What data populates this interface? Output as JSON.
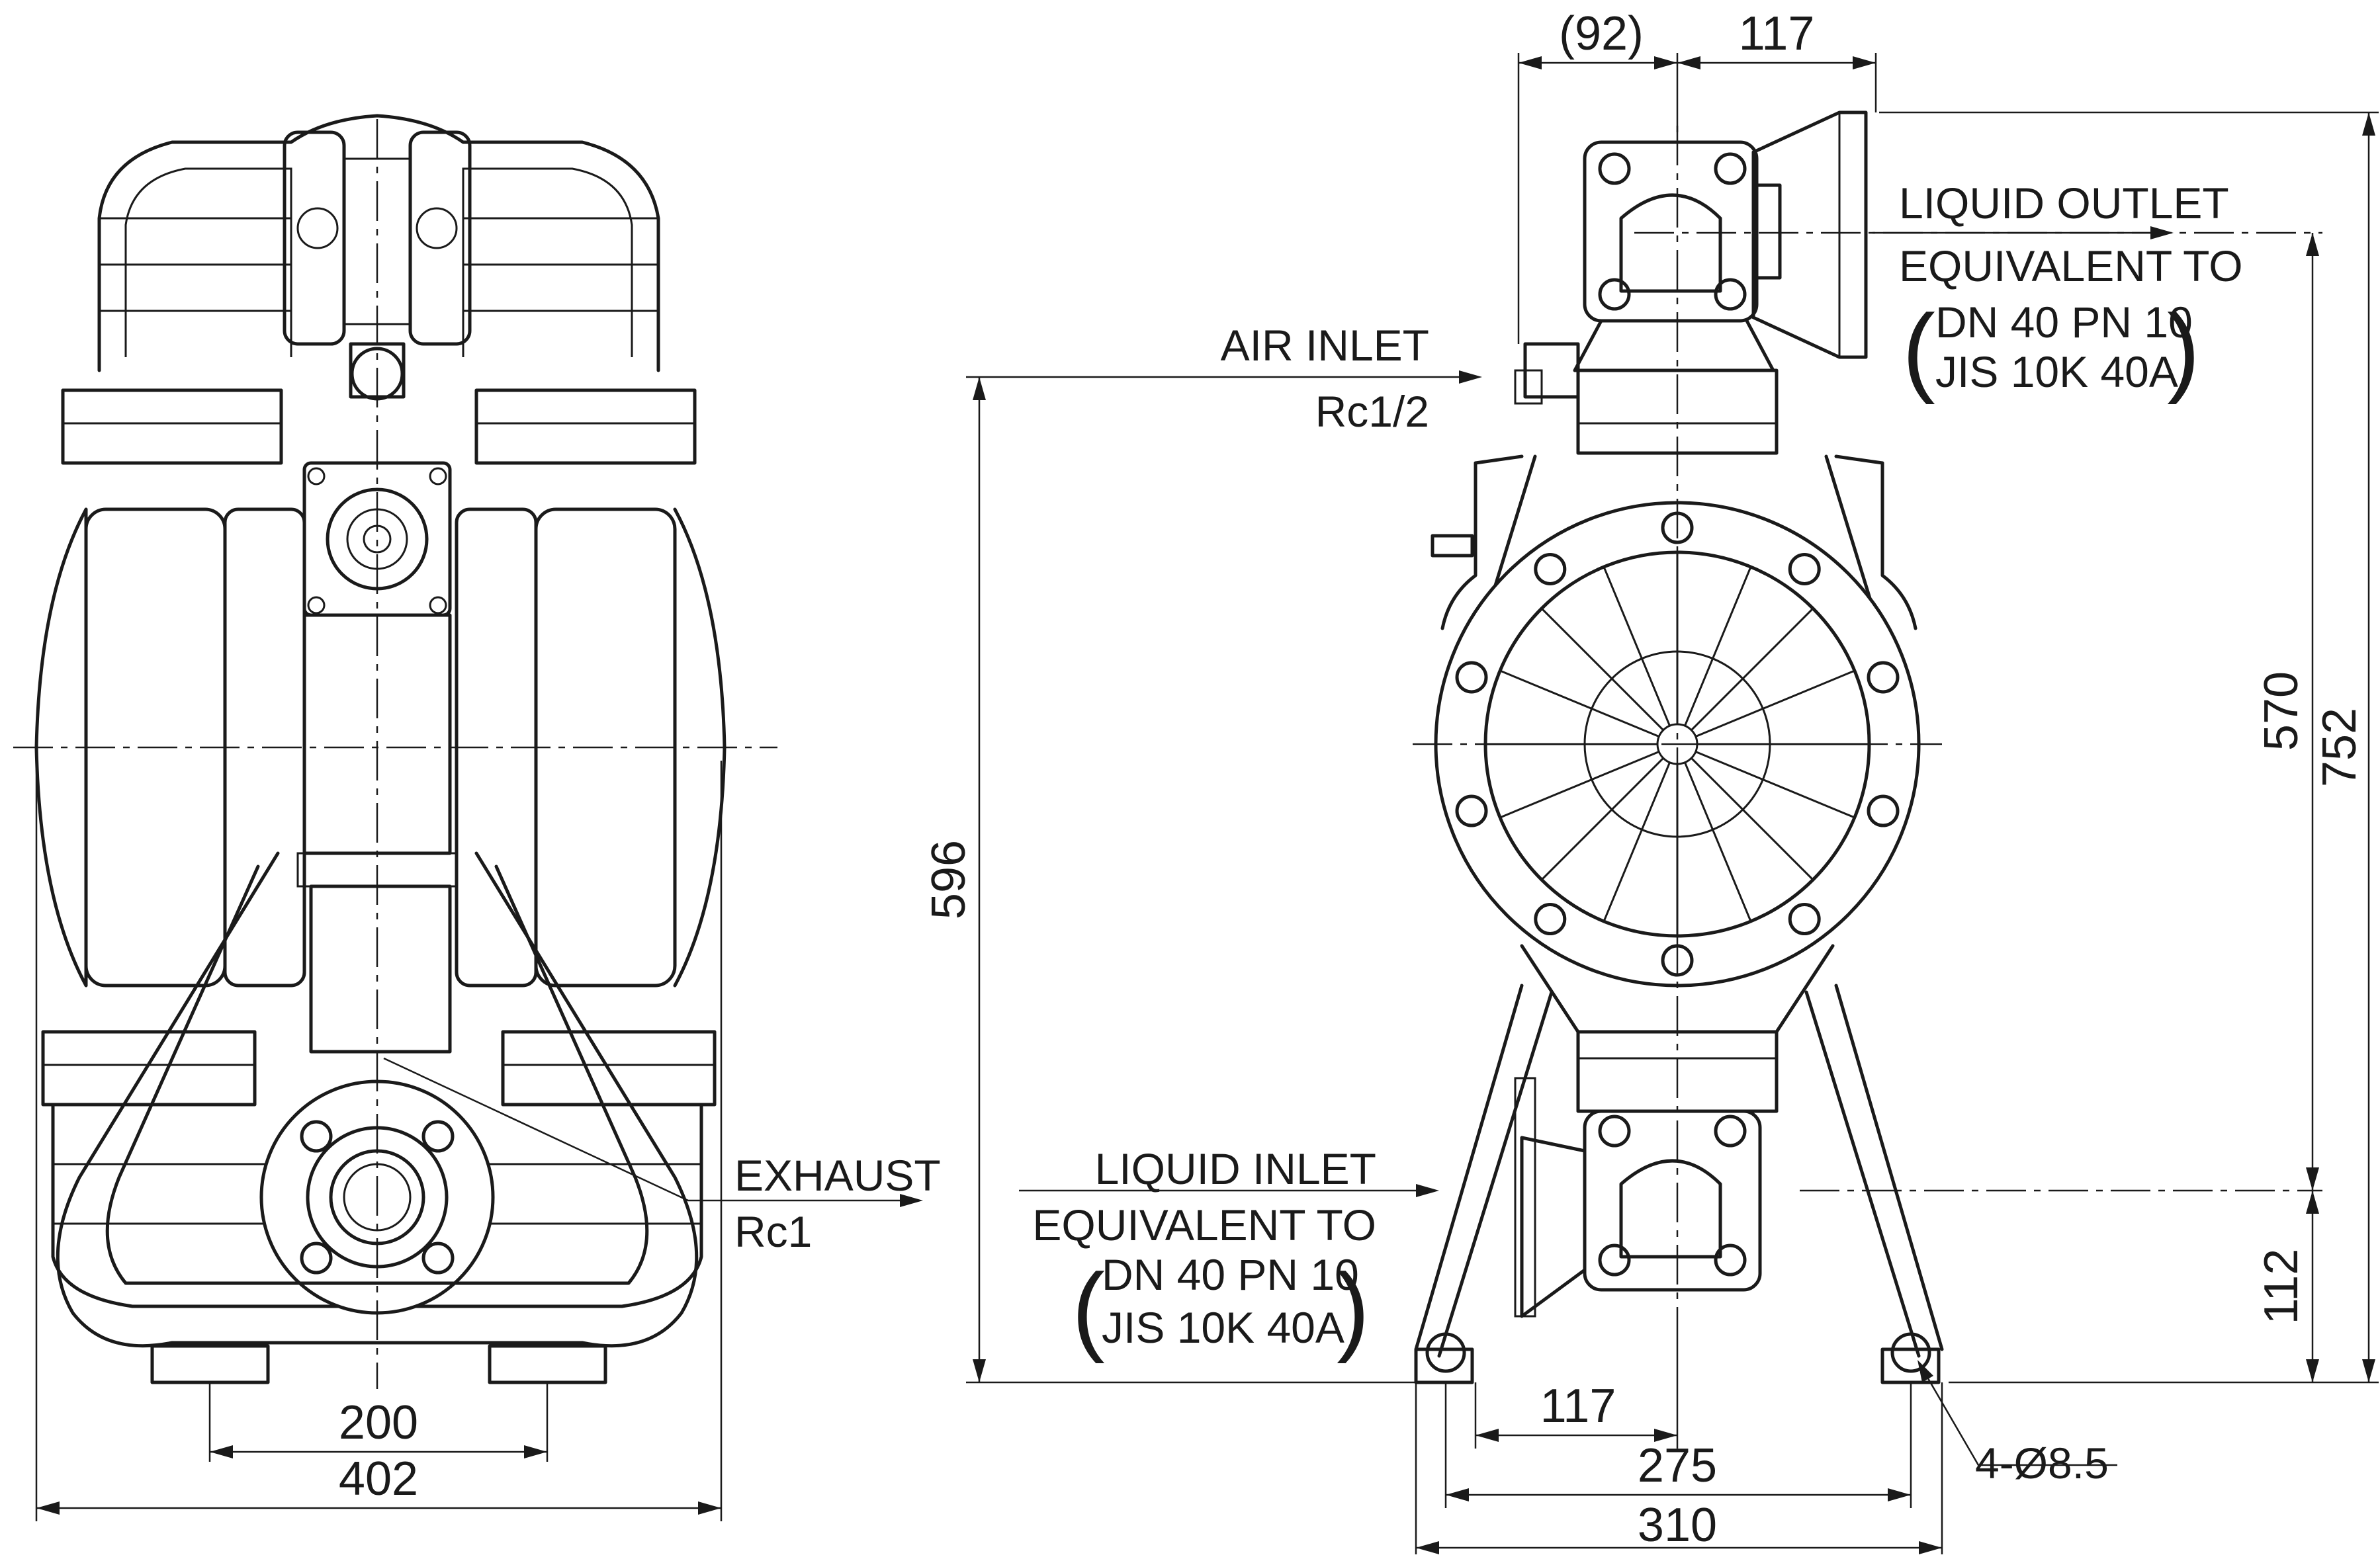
{
  "labels": {
    "exhaust": "EXHAUST",
    "exhaust_size": "Rc1",
    "air_inlet": "AIR INLET",
    "air_inlet_size": "Rc1/2",
    "liquid_outlet": "LIQUID OUTLET",
    "liquid_outlet_equiv": "EQUIVALENT TO",
    "liquid_outlet_dn": "DN 40 PN 10",
    "liquid_outlet_jis": "JIS 10K 40A",
    "liquid_inlet": "LIQUID INLET",
    "liquid_inlet_equiv": "EQUIVALENT TO",
    "liquid_inlet_dn": "DN 40 PN 10",
    "liquid_inlet_jis": "JIS 10K 40A",
    "holes": "4-Ø8.5",
    "paren_open": "(",
    "paren_close": ")"
  },
  "dimensions": {
    "front_foot_spacing": "200",
    "front_overall_width": "402",
    "side_top_left": "(92)",
    "side_top_right": "117",
    "side_bottom_inner": "117",
    "side_foot_spacing": "275",
    "side_overall_width": "310",
    "air_inlet_height": "596",
    "outlet_to_inlet_height": "570",
    "overall_height": "752",
    "inlet_height": "112"
  }
}
